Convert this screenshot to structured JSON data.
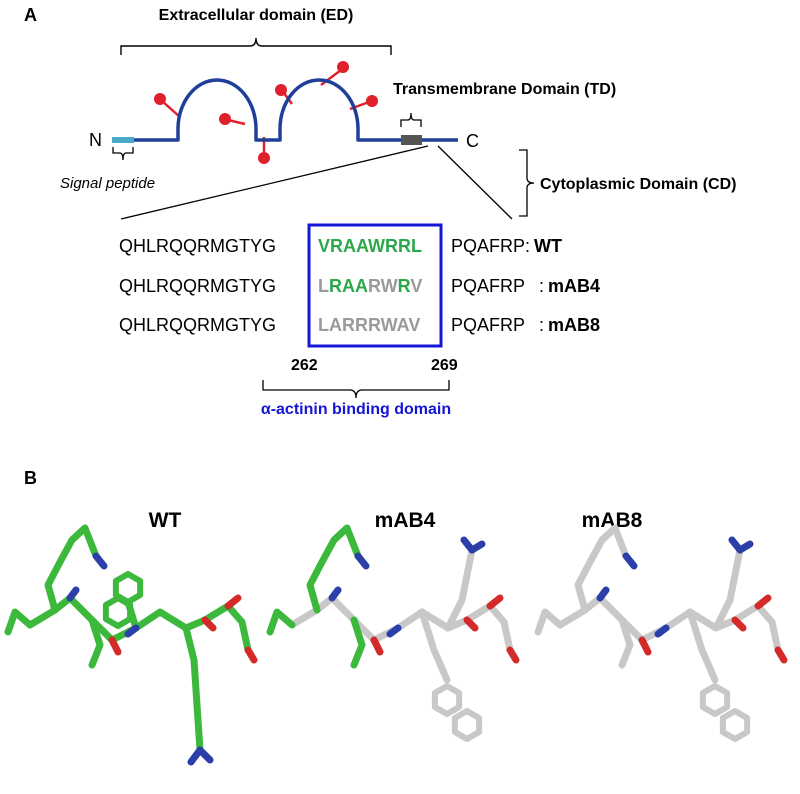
{
  "panel_a": {
    "label": "A",
    "extracellular_label": "Extracellular domain (ED)",
    "transmembrane_label": "Transmembrane Domain (TD)",
    "cytoplasmic_label": "Cytoplasmic Domain (CD)",
    "signal_label": "Signal peptide",
    "n_label": "N",
    "c_label": "C",
    "sequences": [
      {
        "prefix": "QHLRQQRMGTYG",
        "motif": [
          {
            "t": "VRAAWRRL",
            "c": "green"
          }
        ],
        "suffix": "PQAFRP",
        "sep": ":",
        "name": "WT"
      },
      {
        "prefix": "QHLRQQRMGTYG",
        "motif": [
          {
            "t": "L",
            "c": "gray"
          },
          {
            "t": "RAA",
            "c": "green"
          },
          {
            "t": "RW",
            "c": "gray"
          },
          {
            "t": "R",
            "c": "green"
          },
          {
            "t": "V",
            "c": "gray"
          }
        ],
        "suffix": "PQAFRP",
        "sep": ":",
        "name": "mAB4"
      },
      {
        "prefix": "QHLRQQRMGTYG",
        "motif": [
          {
            "t": "LARRRWAV",
            "c": "gray"
          }
        ],
        "suffix": "PQAFRP",
        "sep": ":",
        "name": "mAB8"
      }
    ],
    "start_pos": "262",
    "end_pos": "269",
    "binding_label": "α-actinin binding domain"
  },
  "panel_b": {
    "label": "B",
    "structures": [
      {
        "name": "WT"
      },
      {
        "name": "mAB4"
      },
      {
        "name": "mAB8"
      }
    ]
  },
  "colors": {
    "backbone": "#1f3f99",
    "signal": "#4aa8c8",
    "tm": "#555555",
    "glyco": "#e0202a",
    "box": "#1515d8",
    "green": "#2aa84a",
    "gray": "#9a9a9a",
    "binding": "#1515d8",
    "carbon_green": "#3cb93c",
    "carbon_gray": "#c8c8c8",
    "nitrogen": "#2a3fa8",
    "oxygen": "#d42a2a"
  }
}
